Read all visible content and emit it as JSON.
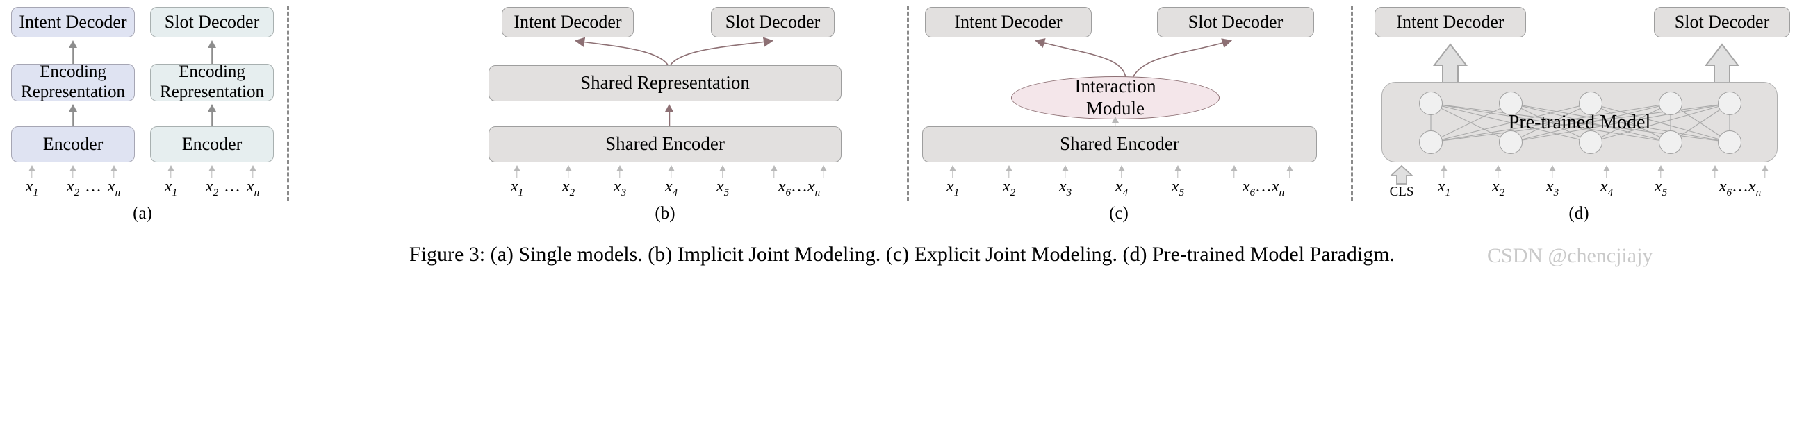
{
  "figure": {
    "caption": "Figure 3: (a) Single models. (b) Implicit Joint Modeling. (c) Explicit Joint Modeling. (d) Pre-trained Model Paradigm.",
    "watermark": "CSDN @chencjiajy"
  },
  "labels": {
    "intent_decoder": "Intent Decoder",
    "slot_decoder": "Slot Decoder",
    "encoding_representation": "Encoding\nRepresentation",
    "encoder": "Encoder",
    "shared_representation": "Shared Representation",
    "shared_encoder": "Shared Encoder",
    "interaction_module": "Interaction\nModule",
    "pretrained_model": "Pre-trained Model",
    "cls": "CLS"
  },
  "panels": [
    {
      "id": "a",
      "letter": "(a)",
      "name": "single-models",
      "columns": [
        {
          "name": "intent-column",
          "color": "#dfe3f2",
          "boxes": [
            "Intent Decoder",
            "Encoding Representation",
            "Encoder"
          ],
          "tokens": [
            "x1",
            "x2",
            "…",
            "xn"
          ]
        },
        {
          "name": "slot-column",
          "color": "#e6eeef",
          "boxes": [
            "Slot Decoder",
            "Encoding Representation",
            "Encoder"
          ],
          "tokens": [
            "x1",
            "x2",
            "…",
            "xn"
          ]
        }
      ]
    },
    {
      "id": "b",
      "letter": "(b)",
      "name": "implicit-joint-modeling",
      "color": "#e2e0df",
      "decoders": [
        "Intent Decoder",
        "Slot Decoder"
      ],
      "boxes": [
        "Shared Representation",
        "Shared Encoder"
      ],
      "tokens": [
        "x1",
        "x2",
        "x3",
        "x4",
        "x5",
        "x6…xn"
      ]
    },
    {
      "id": "c",
      "letter": "(c)",
      "name": "explicit-joint-modeling",
      "color": "#e2e0df",
      "decoders": [
        "Intent Decoder",
        "Slot Decoder"
      ],
      "module": "Interaction Module",
      "module_color": "#f4e6ea",
      "boxes": [
        "Shared Encoder"
      ],
      "tokens": [
        "x1",
        "x2",
        "x3",
        "x4",
        "x5",
        "x6…xn"
      ]
    },
    {
      "id": "d",
      "letter": "(d)",
      "name": "pre-trained-model-paradigm",
      "color": "#e2e0df",
      "decoders": [
        "Intent Decoder",
        "Slot Decoder"
      ],
      "model": "Pre-trained Model",
      "node_rows": 2,
      "nodes_per_row": 5,
      "tokens": [
        "CLS",
        "x1",
        "x2",
        "x3",
        "x4",
        "x5",
        "x6…xn"
      ]
    }
  ],
  "tokens": {
    "x1": "x",
    "x1s": "1",
    "x2": "x",
    "x2s": "2",
    "x3": "x",
    "x3s": "3",
    "x4": "x",
    "x4s": "4",
    "x5": "x",
    "x5s": "5",
    "x6": "x",
    "x6s": "6",
    "xn": "x",
    "xns": "n",
    "ellipsis": "…"
  },
  "colors": {
    "blue_box": "#dfe3f2",
    "teal_box": "#e6eeef",
    "grey_box": "#e2e0df",
    "pink_ellipse": "#f4e6ea",
    "maroon_arrow": "#8d7074",
    "grey_arrow": "#8d8d8d",
    "divider": "#8a8a8a"
  }
}
